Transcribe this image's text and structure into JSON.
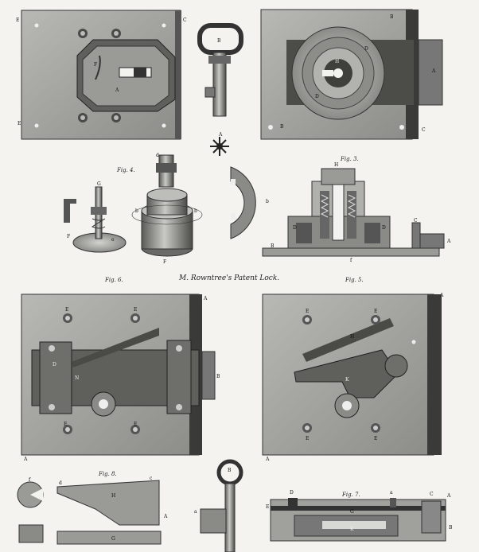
{
  "plate": {
    "title": "M. Rowntree's Patent Lock.",
    "figure_captions": {
      "fig4": "Fig. 4.",
      "fig3": "Fig. 3.",
      "fig6": "Fig. 6.",
      "fig5": "Fig. 5.",
      "fig8": "Fig. 8.",
      "fig7": "Fig. 7."
    },
    "letters": {
      "A": "A",
      "B": "B",
      "C": "C",
      "D": "D",
      "E": "E",
      "F": "F",
      "G": "G",
      "H": "H",
      "K": "K",
      "N": "N",
      "a": "a",
      "b": "b",
      "c": "c",
      "d": "d",
      "e": "e",
      "f": "f"
    }
  },
  "colors": {
    "paper": "#f4f3ef",
    "plate_metal": "#a9a9a5",
    "dark_metal": "#3a3a38",
    "mid_metal": "#6d6d69"
  }
}
